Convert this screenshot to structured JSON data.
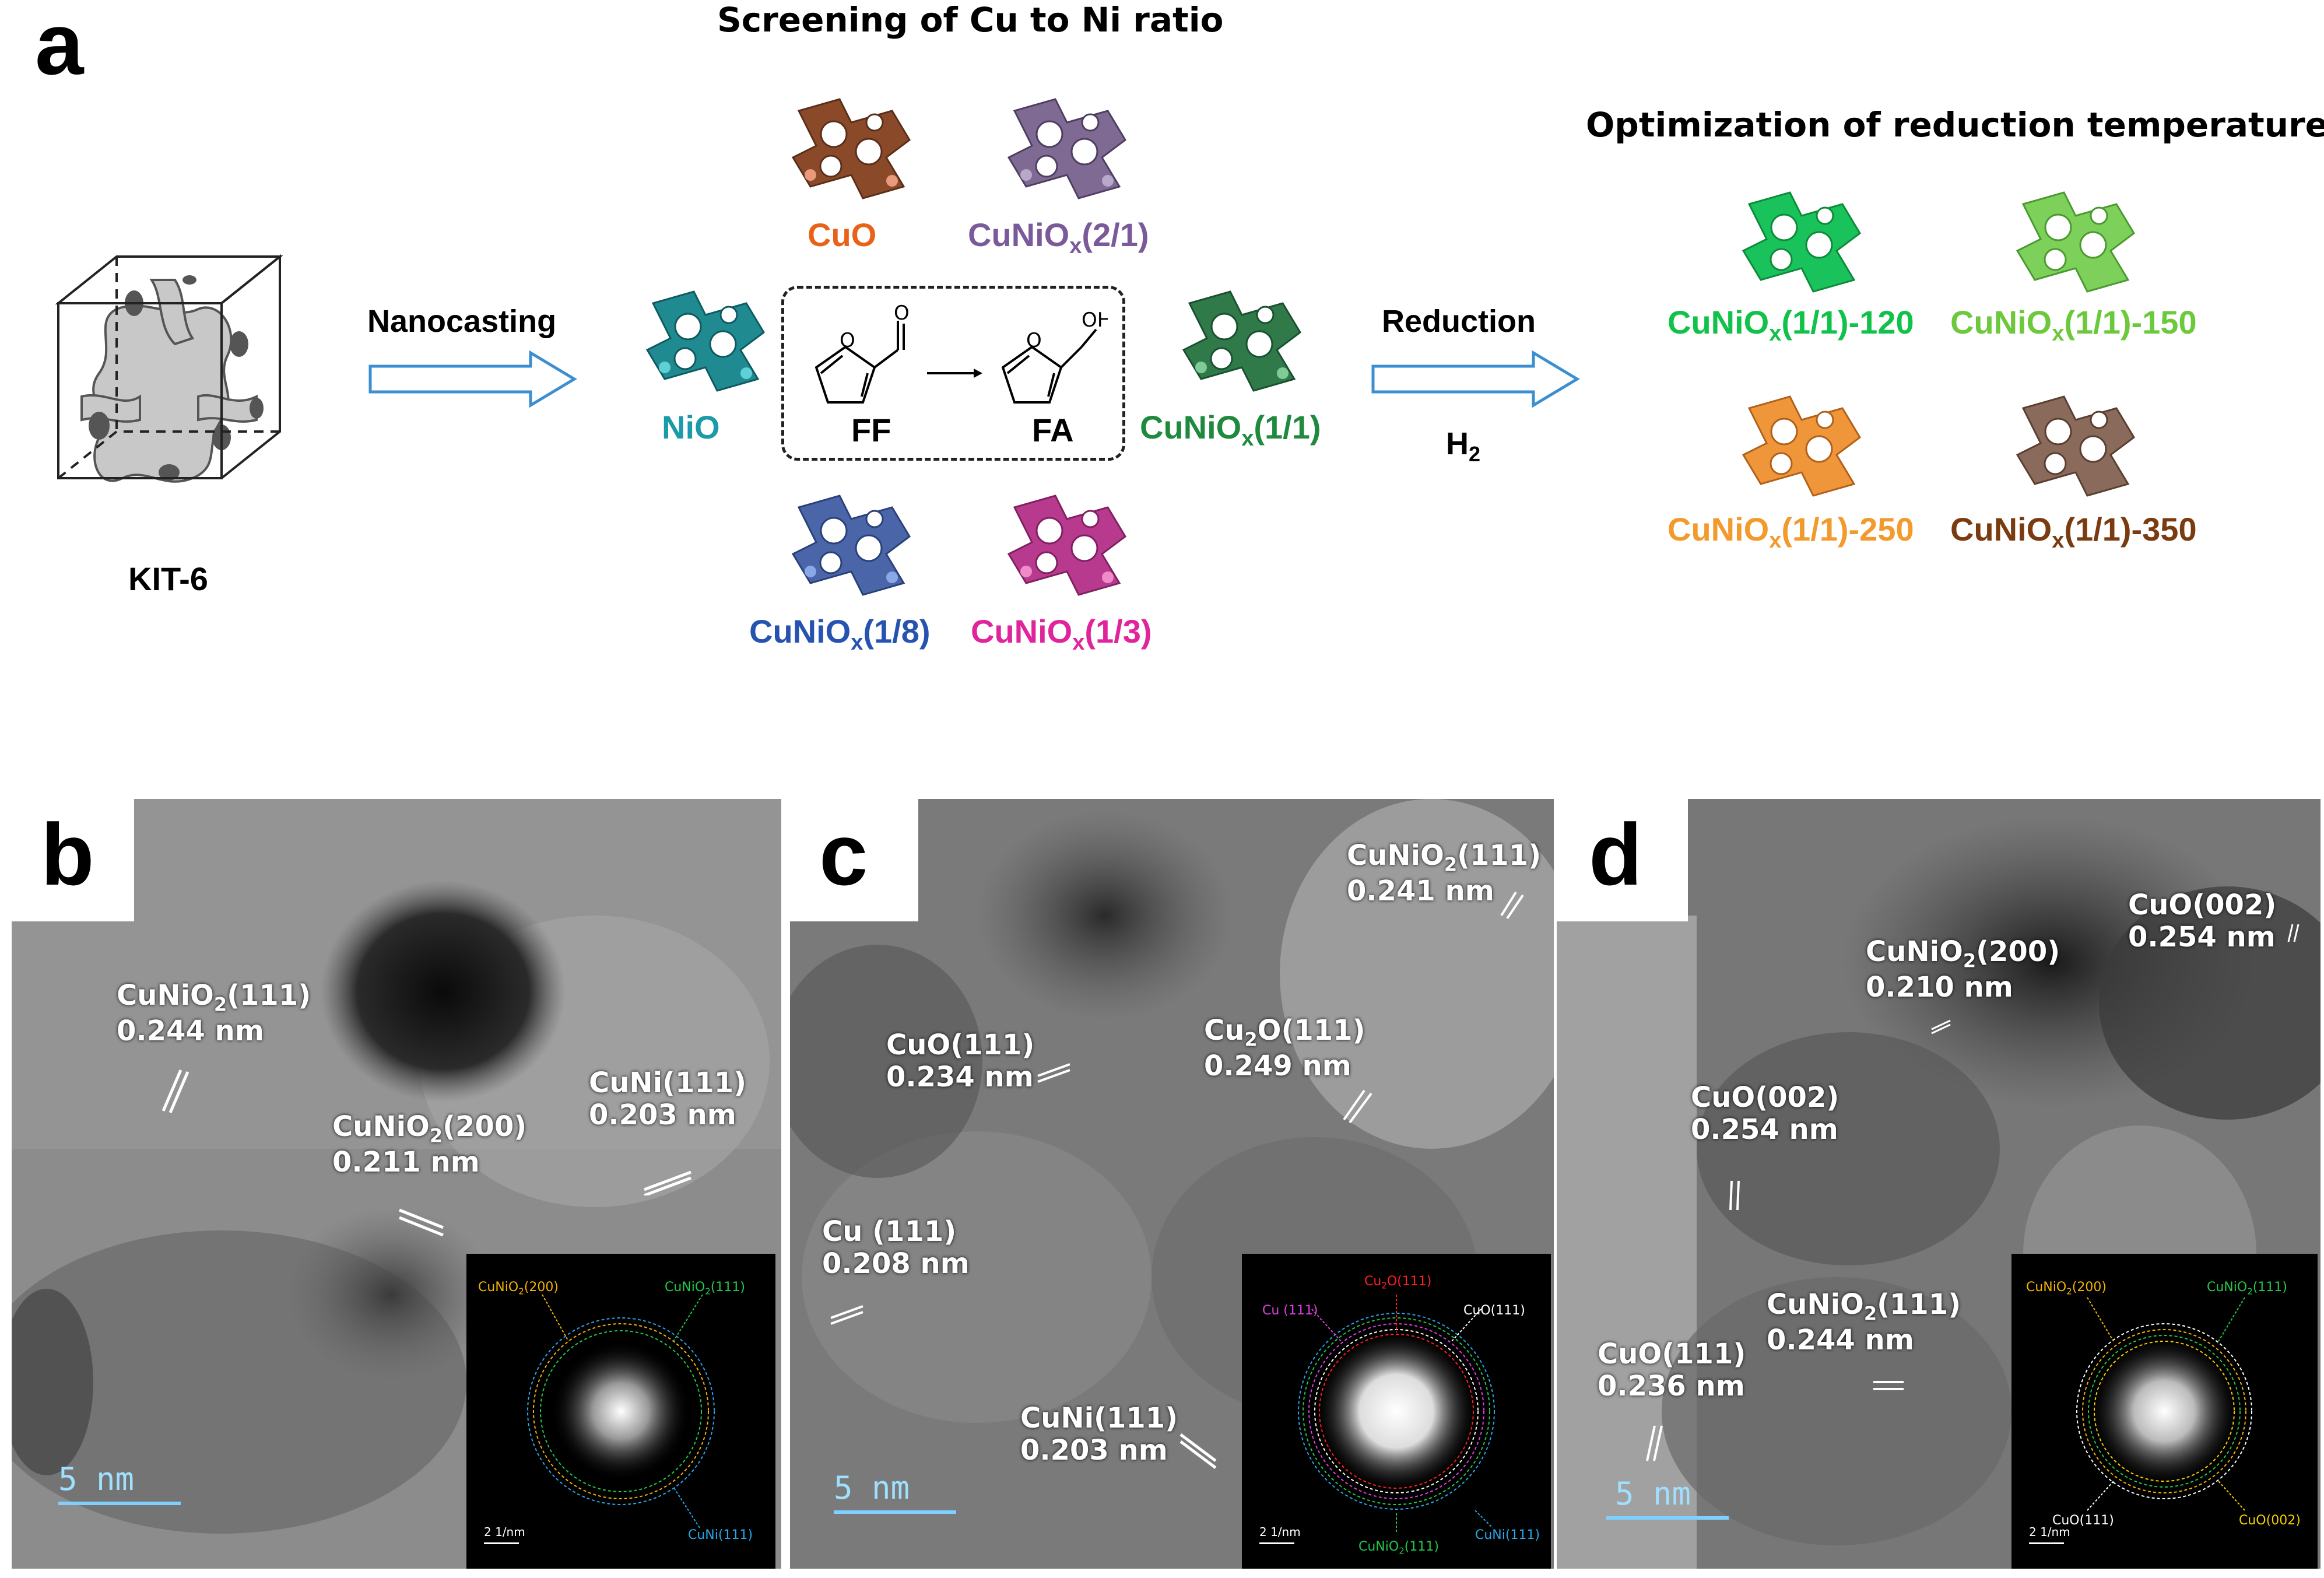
{
  "panel_a": {
    "letter": "a",
    "kit6_label": "KIT-6",
    "nanocasting_label": "Nanocasting",
    "screening_title": "Screening of Cu to Ni ratio",
    "optimization_title": "Optimization of reduction temperature",
    "reduction_label": "Reduction",
    "h2_label": "H",
    "h2_sub": "2",
    "reaction": {
      "reactant": "FF",
      "product": "FA",
      "oh_label": "OH",
      "o_label": "O"
    },
    "samples": [
      {
        "name": "NiO",
        "color": "#1b9aa8"
      },
      {
        "name": "CuO",
        "color": "#e8621a"
      },
      {
        "name_main": "CuNiO",
        "name_sub": "x",
        "name_tail": "(2/1)",
        "color": "#7b5a9a"
      },
      {
        "name_main": "CuNiO",
        "name_sub": "x",
        "name_tail": "(1/1)",
        "color": "#1f8a3e"
      },
      {
        "name_main": "CuNiO",
        "name_sub": "x",
        "name_tail": "(1/8)",
        "color": "#2653b0"
      },
      {
        "name_main": "CuNiO",
        "name_sub": "x",
        "name_tail": "(1/3)",
        "color": "#e0249b"
      }
    ],
    "reduced": [
      {
        "name_main": "CuNiO",
        "name_sub": "x",
        "name_tail": "(1/1)-120",
        "color": "#11c24a"
      },
      {
        "name_main": "CuNiO",
        "name_sub": "x",
        "name_tail": "(1/1)-150",
        "color": "#6cc93c"
      },
      {
        "name_main": "CuNiO",
        "name_sub": "x",
        "name_tail": "(1/1)-250",
        "color": "#f39a2d"
      },
      {
        "name_main": "CuNiO",
        "name_sub": "x",
        "name_tail": "(1/1)-350",
        "color": "#7a3b10"
      }
    ]
  },
  "panel_b": {
    "letter": "b",
    "labels": [
      {
        "main": "CuNiO",
        "sub": "2",
        "tail": "(111)",
        "value": "0.244 nm"
      },
      {
        "main": "CuNiO",
        "sub": "2",
        "tail": "(200)",
        "value": "0.211 nm"
      },
      {
        "main": "CuNi(111)",
        "sub": "",
        "tail": "",
        "value": "0.203 nm"
      }
    ],
    "scale": "5 nm",
    "fft": {
      "scale": "2 1/nm",
      "rings": [
        {
          "main": "CuNiO",
          "sub": "2",
          "tail": "(200)",
          "color": "#f3b400"
        },
        {
          "main": "CuNiO",
          "sub": "2",
          "tail": "(111)",
          "color": "#22c84a"
        },
        {
          "main": "CuNi(111)",
          "sub": "",
          "tail": "",
          "color": "#2aa6e8"
        }
      ]
    }
  },
  "panel_c": {
    "letter": "c",
    "labels": [
      {
        "main": "CuNiO",
        "sub": "2",
        "tail": "(111)",
        "value": "0.241 nm"
      },
      {
        "main": "CuO(111)",
        "sub": "",
        "tail": "",
        "value": "0.234 nm"
      },
      {
        "main": "Cu",
        "sub": "2",
        "tail": "O(111)",
        "value": "0.249 nm"
      },
      {
        "main": "Cu (111)",
        "sub": "",
        "tail": "",
        "value": "0.208 nm"
      },
      {
        "main": "CuNi(111)",
        "sub": "",
        "tail": "",
        "value": "0.203 nm"
      }
    ],
    "scale": "5 nm",
    "fft": {
      "scale": "2 1/nm",
      "rings": [
        {
          "main": "Cu",
          "sub": "2",
          "tail": "O(111)",
          "color": "#ff2020"
        },
        {
          "main": "Cu (111)",
          "sub": "",
          "tail": "",
          "color": "#e040e0"
        },
        {
          "main": "CuO(111)",
          "sub": "",
          "tail": "",
          "color": "#ffffff"
        },
        {
          "main": "CuNiO",
          "sub": "2",
          "tail": "(111)",
          "color": "#22c84a"
        },
        {
          "main": "CuNi(111)",
          "sub": "",
          "tail": "",
          "color": "#2aa6e8"
        }
      ]
    }
  },
  "panel_d": {
    "letter": "d",
    "labels": [
      {
        "main": "CuNiO",
        "sub": "2",
        "tail": "(200)",
        "value": "0.210 nm"
      },
      {
        "main": "CuO(002)",
        "sub": "",
        "tail": "",
        "value": "0.254 nm"
      },
      {
        "main": "CuO(002)",
        "sub": "",
        "tail": "",
        "value": "0.254 nm"
      },
      {
        "main": "CuNiO",
        "sub": "2",
        "tail": "(111)",
        "value": "0.244 nm"
      },
      {
        "main": "CuO(111)",
        "sub": "",
        "tail": "",
        "value": "0.236 nm"
      }
    ],
    "scale": "5 nm",
    "fft": {
      "scale": "2 1/nm",
      "rings": [
        {
          "main": "CuNiO",
          "sub": "2",
          "tail": "(200)",
          "color": "#f3b400"
        },
        {
          "main": "CuNiO",
          "sub": "2",
          "tail": "(111)",
          "color": "#22c84a"
        },
        {
          "main": "CuO(111)",
          "sub": "",
          "tail": "",
          "color": "#ffffff"
        },
        {
          "main": "CuO(002)",
          "sub": "",
          "tail": "",
          "color": "#f3d000"
        }
      ]
    }
  }
}
